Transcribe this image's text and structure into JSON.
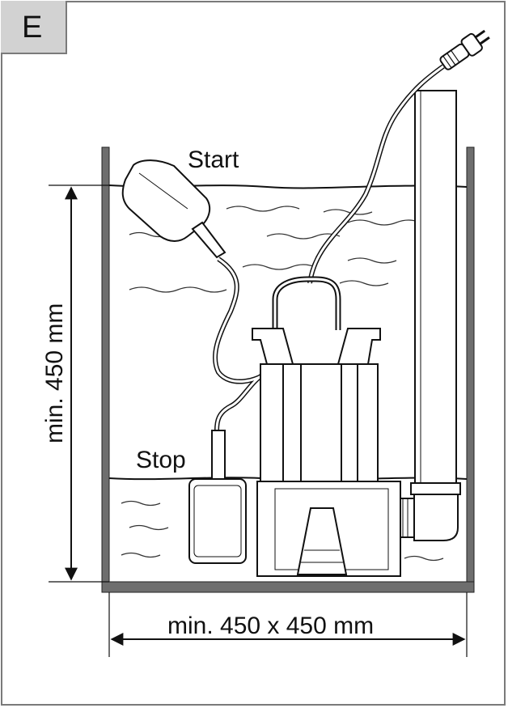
{
  "panel": {
    "label": "E"
  },
  "levels": {
    "start_label": "Start",
    "stop_label": "Stop"
  },
  "dimensions": {
    "height_label": "min. 450 mm",
    "width_label": "min. 450 x 450 mm"
  },
  "colors": {
    "line": "#1a1a1a",
    "wall": "#6e6e6e",
    "badge": "#d2d2d2",
    "frame": "#7a7a7a"
  }
}
